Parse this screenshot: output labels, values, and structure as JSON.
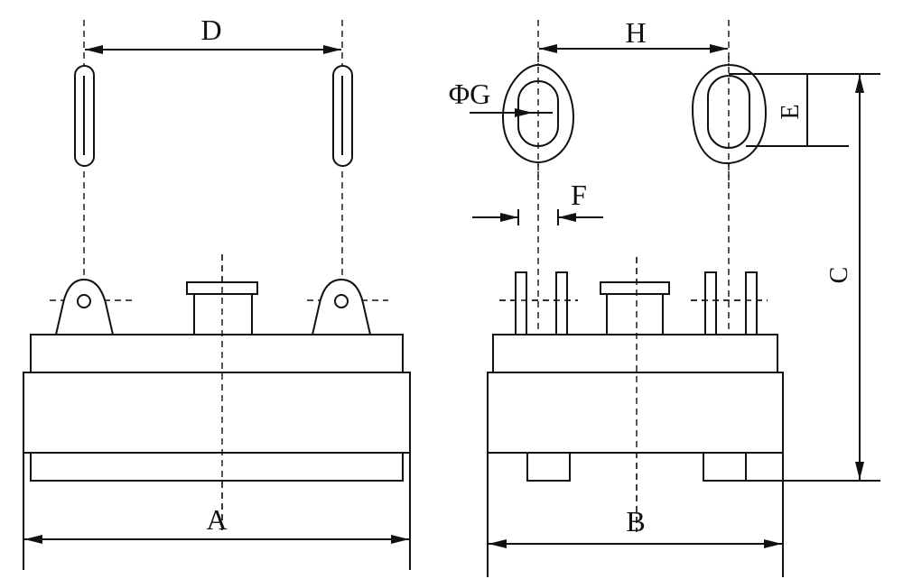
{
  "labels": {
    "A": "A",
    "B": "B",
    "C": "C",
    "D": "D",
    "E": "E",
    "F": "F",
    "G": "ΦG",
    "H": "H"
  }
}
